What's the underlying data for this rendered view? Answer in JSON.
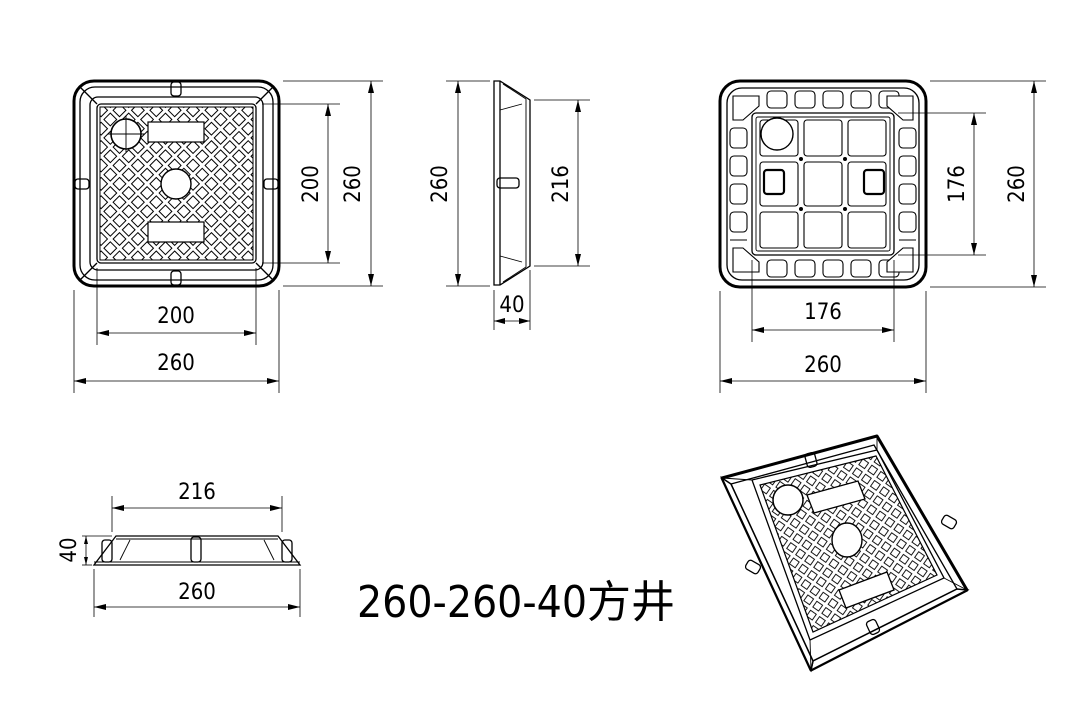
{
  "title": "260-260-40方井",
  "top_view": {
    "inner_width": "200",
    "outer_width": "260",
    "inner_height": "200",
    "outer_height": "260"
  },
  "side_view": {
    "outer_height": "260",
    "inner_height": "216",
    "thickness": "40"
  },
  "bottom_view": {
    "inner_width": "176",
    "outer_width": "260",
    "inner_height": "176",
    "outer_height": "260"
  },
  "front_view": {
    "inner_width": "216",
    "outer_width": "260",
    "height": "40"
  }
}
